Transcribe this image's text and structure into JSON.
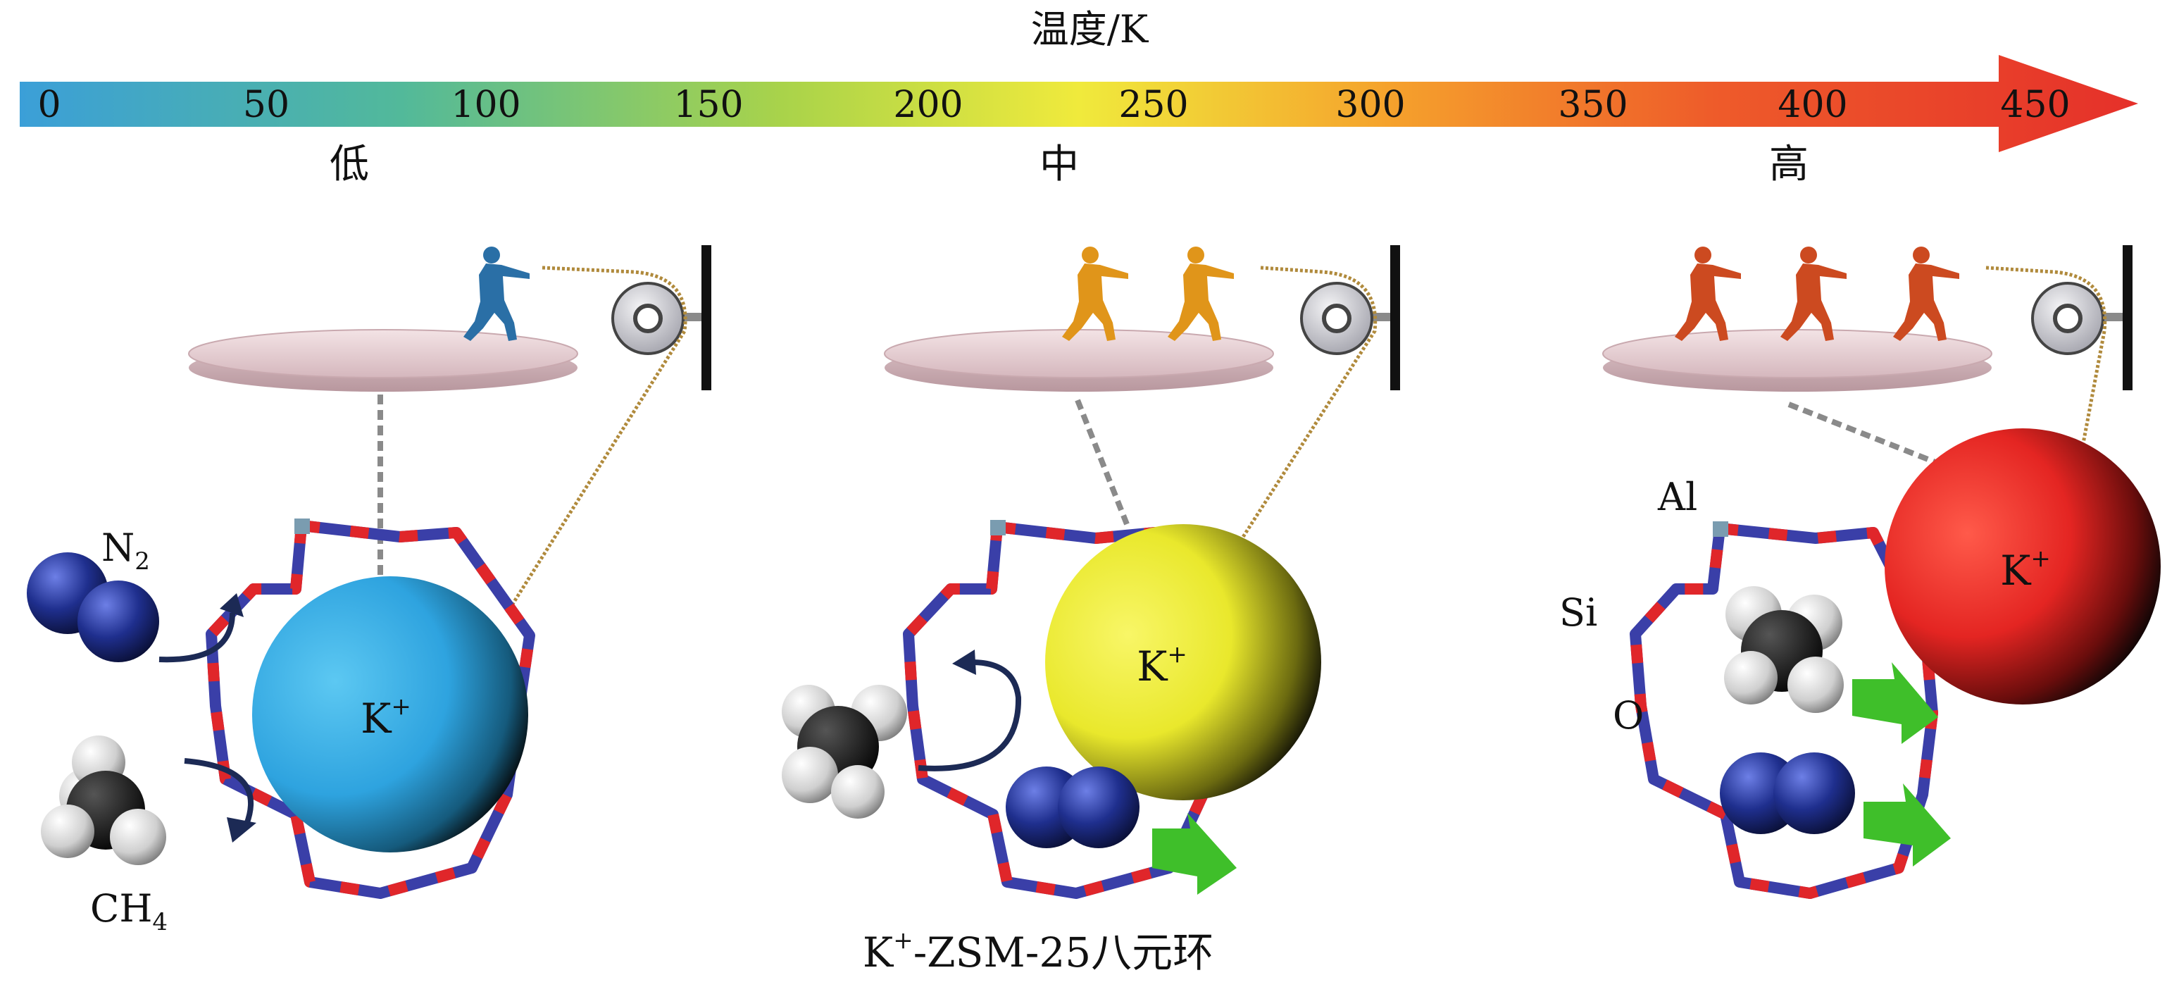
{
  "scale": {
    "title": "温度/K",
    "ticks": [
      "0",
      "50",
      "100",
      "150",
      "200",
      "250",
      "300",
      "350",
      "400",
      "450"
    ],
    "levels": [
      "低",
      "中",
      "高"
    ],
    "gradient": [
      "#3b9fd8",
      "#52b99a",
      "#a9d34a",
      "#f0ea3c",
      "#f5a02c",
      "#ee5b2a",
      "#e5302a"
    ]
  },
  "panels": [
    {
      "puller_count": 1,
      "puller_color": "#2a6fa6",
      "ion_label": "K",
      "ion_charge": "+",
      "ion_color": "#2ea3df",
      "molecule_labels": [
        "N",
        "2",
        "CH",
        "4"
      ]
    },
    {
      "puller_count": 2,
      "puller_color": "#e0951a",
      "ion_label": "K",
      "ion_charge": "+",
      "ion_color": "#eceb2c"
    },
    {
      "puller_count": 3,
      "puller_color": "#cc4a20",
      "ion_label": "K",
      "ion_charge": "+",
      "ion_color": "#e42522",
      "atom_labels": [
        "Al",
        "Si",
        "O"
      ]
    }
  ],
  "caption": {
    "prefix": "K",
    "charge": "+",
    "rest": "-ZSM-25八元环"
  },
  "colors": {
    "framework_blue": "#3a3fa8",
    "framework_red": "#e0262a",
    "nitrogen": "#1f2f8e",
    "arrow_green": "#3fbf2a"
  }
}
